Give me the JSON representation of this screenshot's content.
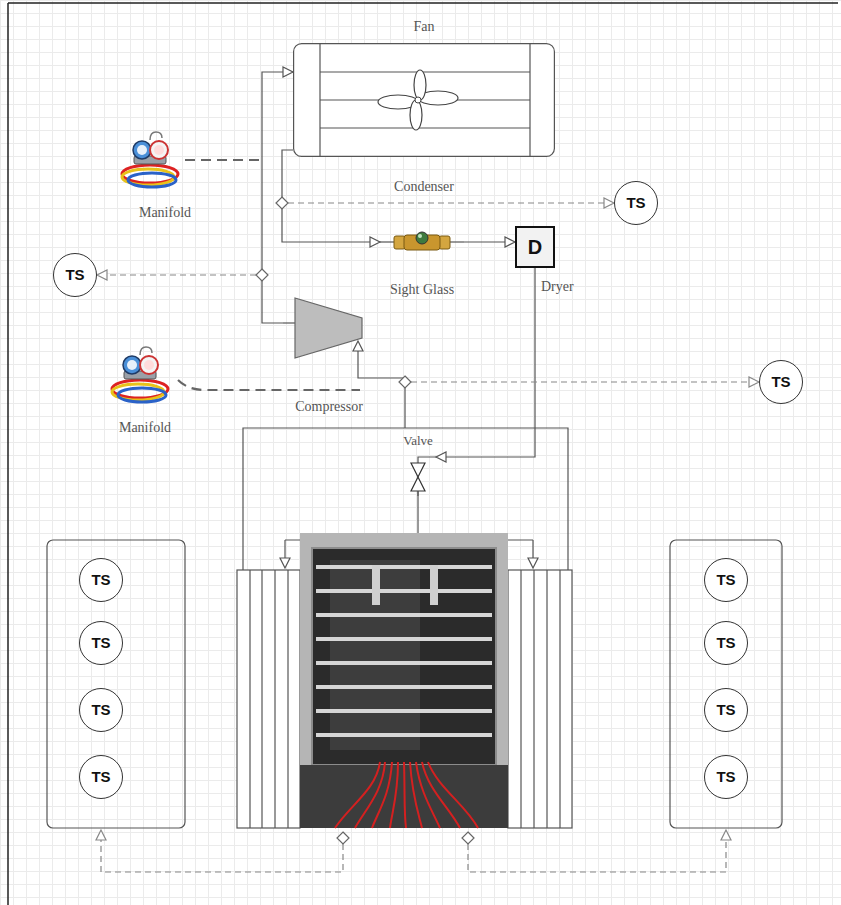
{
  "diagram": {
    "nodes": [
      {
        "text": [
          "Fan",
          "Condenser"
        ]
      },
      {
        "text": [
          "TS"
        ]
      },
      {
        "text": [
          "TS"
        ]
      },
      {
        "text": [
          "Sight Glass"
        ]
      },
      {
        "text": [
          "D",
          "Dryer"
        ]
      },
      {
        "text": [
          "Compressor"
        ]
      },
      {
        "text": [
          "TS"
        ]
      },
      {
        "text": [
          "Valve"
        ]
      },
      {
        "text": [
          "TS"
        ]
      },
      {
        "text": [
          "TS"
        ]
      },
      {
        "text": [
          "TS"
        ]
      },
      {
        "text": [
          "TS"
        ]
      },
      {
        "text": [
          "TS"
        ]
      },
      {
        "text": [
          "TS"
        ]
      },
      {
        "text": [
          "TS"
        ]
      },
      {
        "text": [
          "TS"
        ]
      }
    ],
    "edges": [
      {
        "from": 5,
        "to": 0,
        "arrow": "to"
      },
      {
        "from": 0,
        "to": 3,
        "arrow": "to"
      },
      {
        "from": 3,
        "to": 4,
        "arrow": "to"
      },
      {
        "from": 4,
        "to": 7,
        "arrow": "to"
      }
    ],
    "labels": [
      "Manifold",
      "Manifold"
    ]
  }
}
